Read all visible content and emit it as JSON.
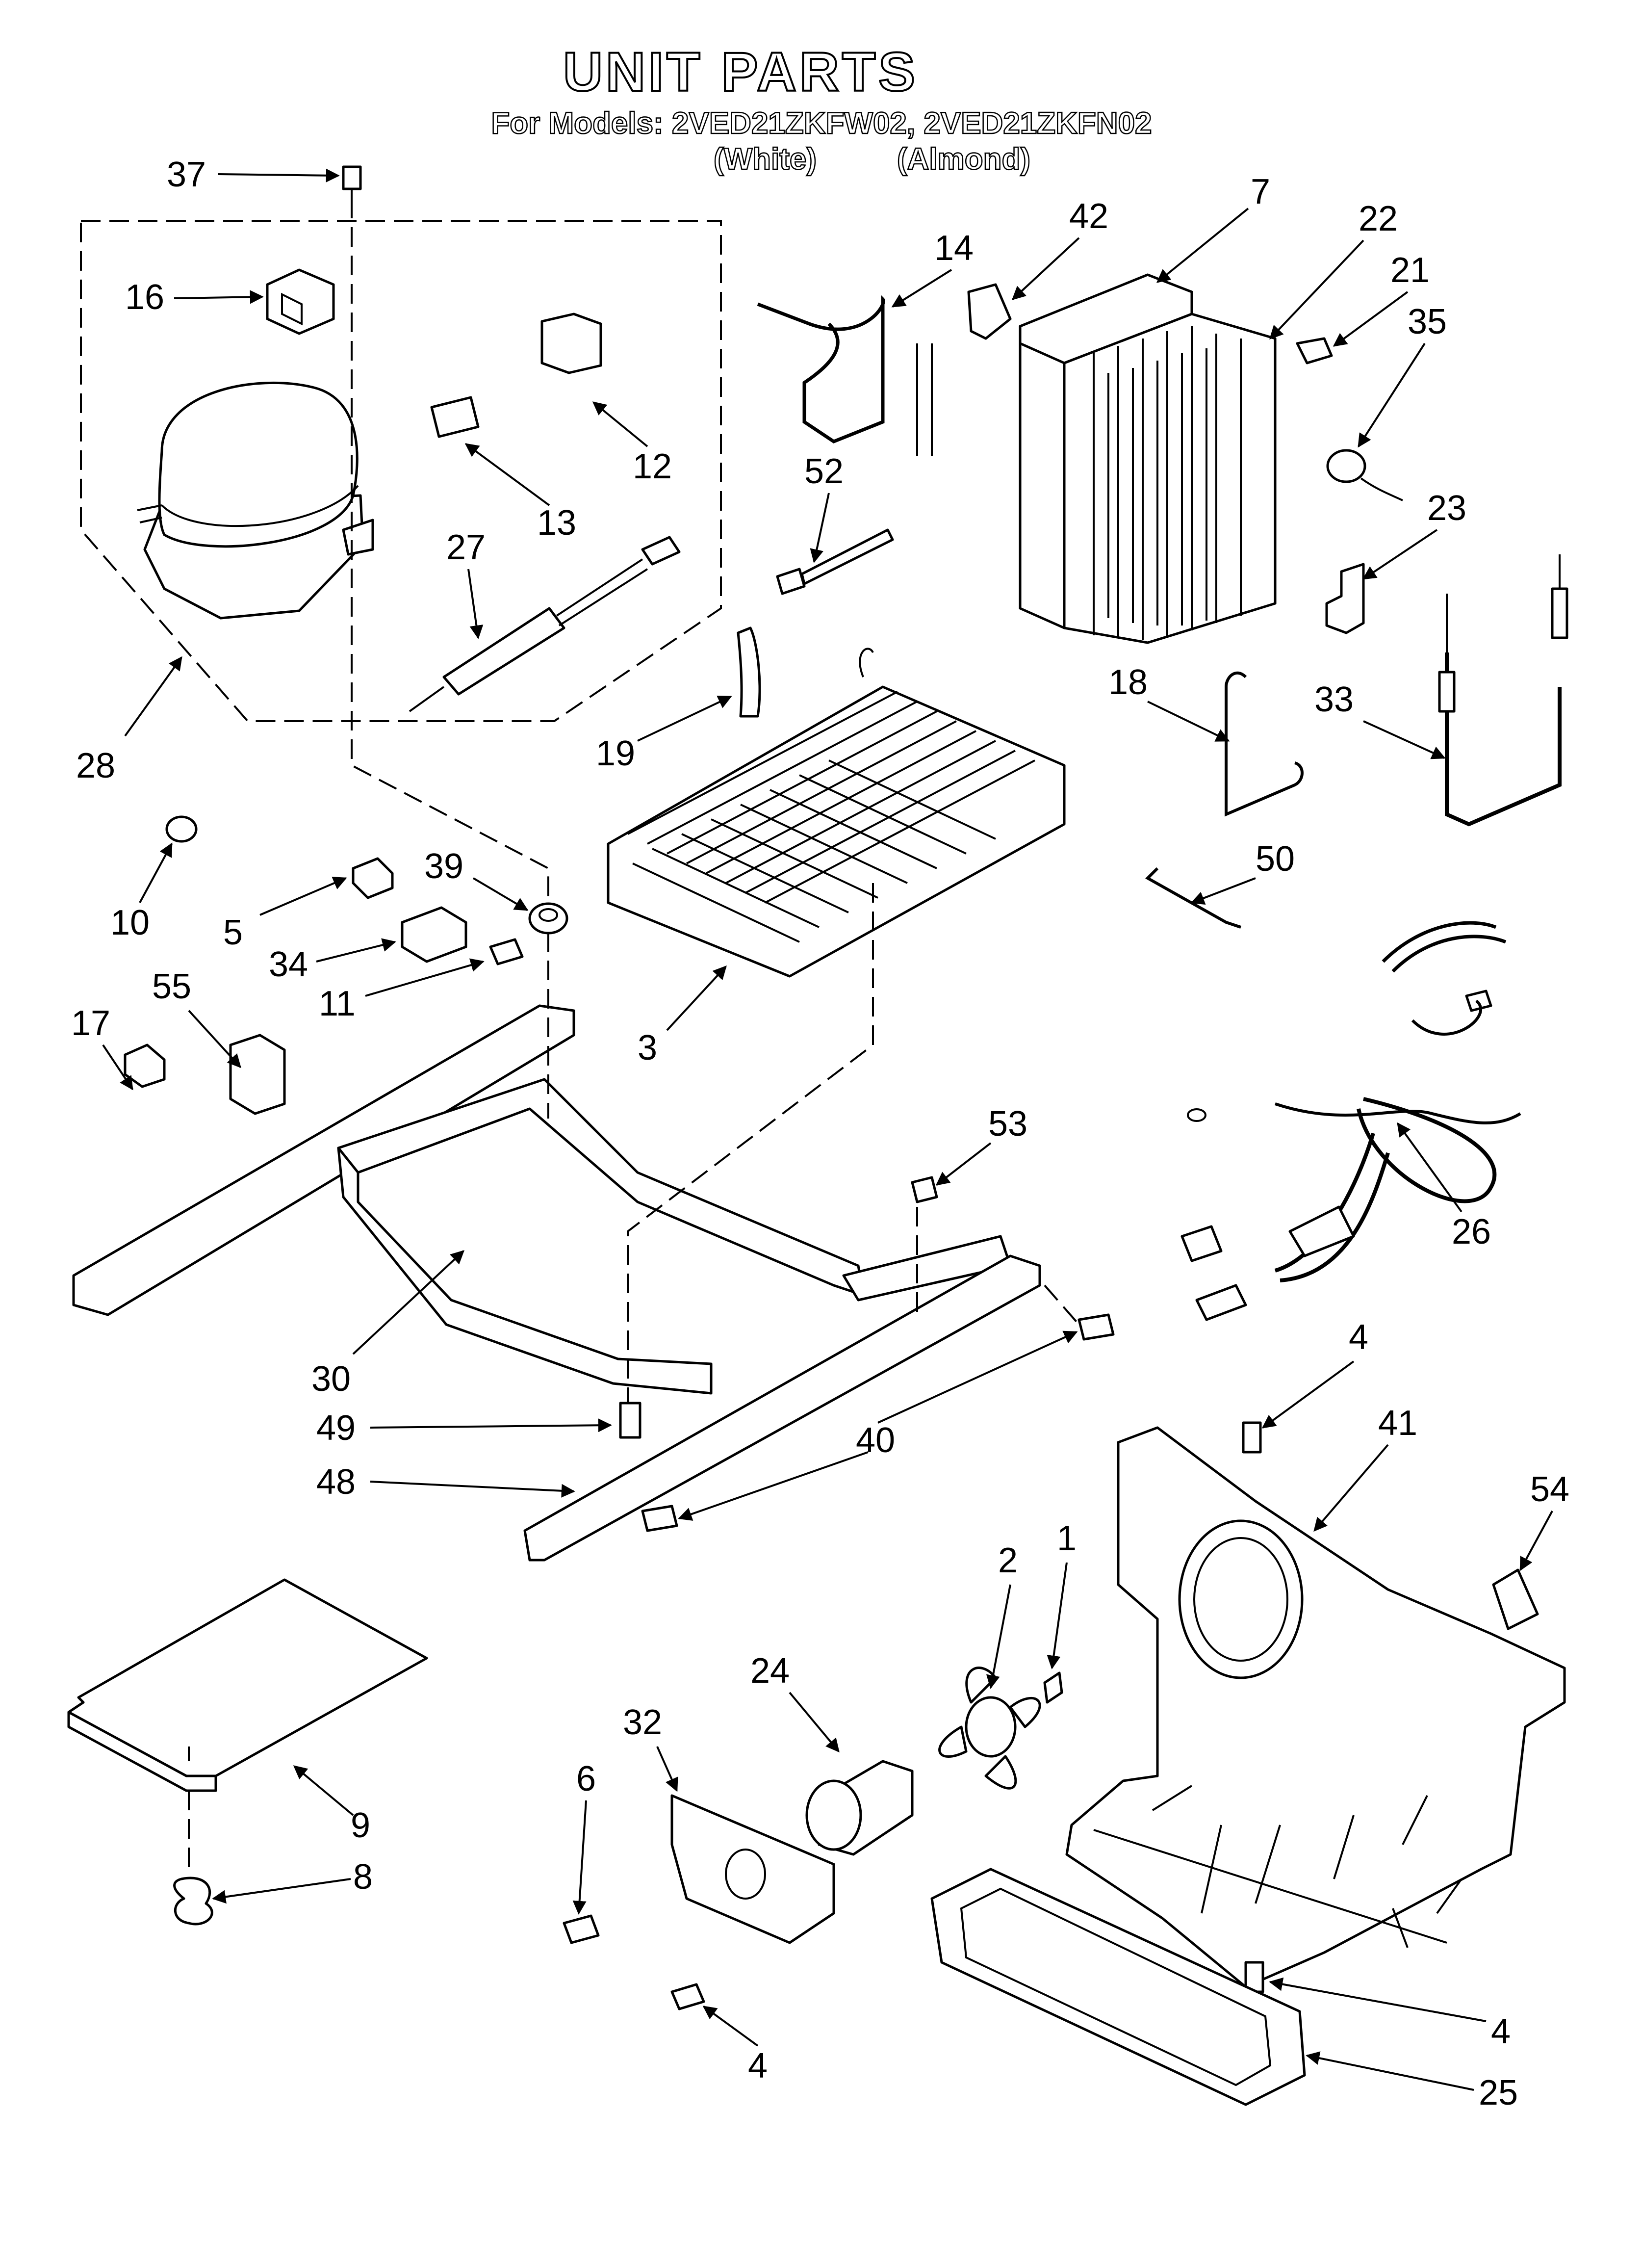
{
  "header": {
    "title": "UNIT PARTS",
    "models_line": "For Models: 2VED21ZKFW02, 2VED21ZKFN02",
    "color_white": "(White)",
    "color_almond": "(Almond)"
  },
  "callouts": [
    "37",
    "16",
    "12",
    "13",
    "27",
    "28",
    "14",
    "42",
    "7",
    "22",
    "21",
    "35",
    "52",
    "23",
    "19",
    "18",
    "33",
    "10",
    "5",
    "39",
    "34",
    "11",
    "17",
    "55",
    "3",
    "50",
    "26",
    "53",
    "30",
    "49",
    "48",
    "40",
    "4",
    "41",
    "54",
    "9",
    "8",
    "32",
    "24",
    "2",
    "1",
    "6",
    "25"
  ]
}
